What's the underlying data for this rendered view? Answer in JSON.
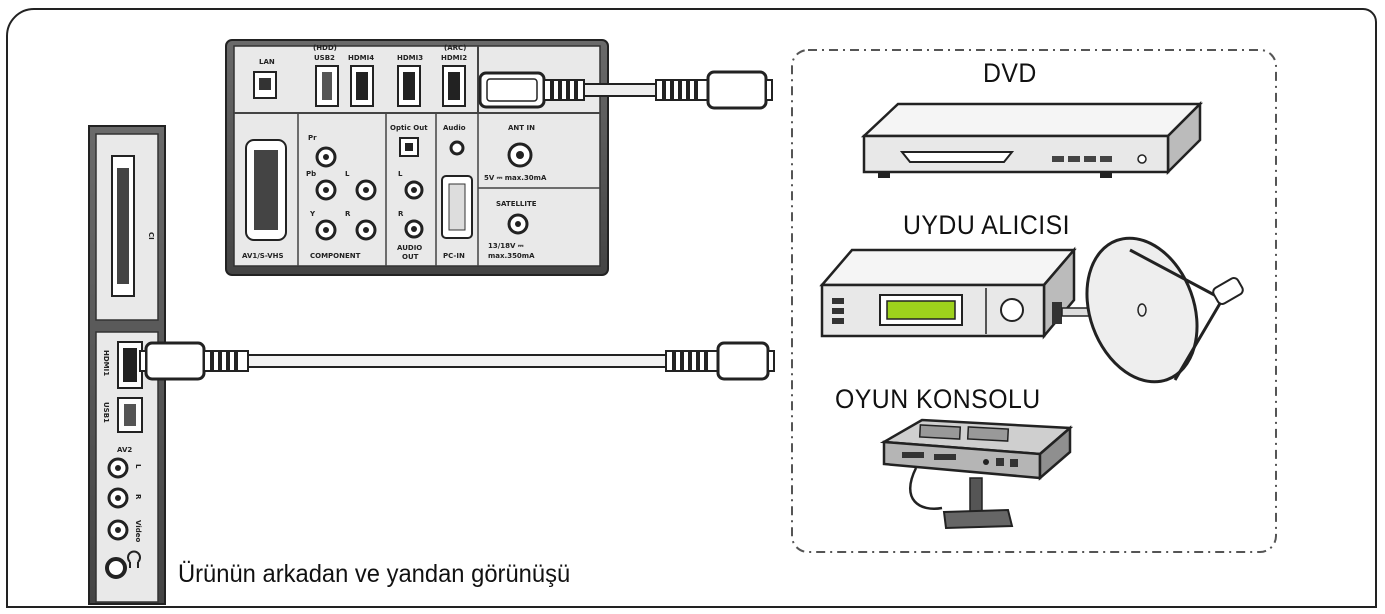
{
  "caption": "Ürünün arkadan ve yandan görünüşü",
  "devices": {
    "dvd": "DVD",
    "satellite_receiver": "UYDU ALICISI",
    "game_console": "OYUN KONSOLU"
  },
  "rear_panel": {
    "lan": "LAN",
    "hdd_usb2_top": "(HDD)",
    "hdd_usb2": "USB2",
    "hdmi4": "HDMI4",
    "hdmi3": "HDMI3",
    "hdmi2_top": "(ARC)",
    "hdmi2": "HDMI2",
    "av1": "AV1/S-VHS",
    "pr": "Pr",
    "pb": "Pb",
    "y": "Y",
    "l": "L",
    "r": "R",
    "component": "COMPONENT",
    "optic_out": "Optic Out",
    "audio": "Audio",
    "audio_l": "L",
    "audio_r": "R",
    "audio_out": "AUDIO",
    "audio_out2": "OUT",
    "pc_in": "PC-IN",
    "ant_in": "ANT IN",
    "ant_spec": "5V ⎓ max.30mA",
    "satellite": "SATELLITE",
    "sat_spec1": "13/18V ⎓",
    "sat_spec2": "max.350mA"
  },
  "side_panel": {
    "ci": "CI",
    "hdmi1": "HDMI1",
    "usb1": "USB1",
    "av2": "AV2",
    "l": "L",
    "r": "R",
    "video": "Video"
  }
}
